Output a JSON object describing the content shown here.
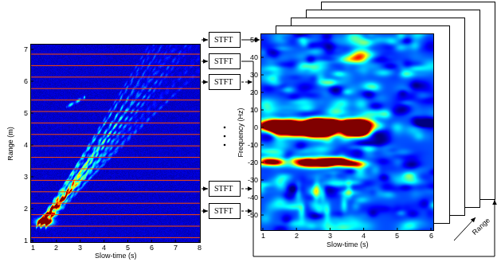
{
  "diagram": {
    "nodes": [
      {
        "text": [
          "STFT"
        ]
      },
      {
        "text": [
          "STFT"
        ]
      },
      {
        "text": [
          "STFT"
        ]
      },
      {
        "text": [
          "STFT"
        ]
      },
      {
        "text": [
          "STFT"
        ]
      }
    ],
    "labels": [
      "1",
      "2",
      "3",
      "4",
      "5",
      "6",
      "7",
      "Range (m)",
      "1",
      "2",
      "3",
      "4",
      "5",
      "6",
      "7",
      "8",
      "Slow-time (s)",
      "50",
      "40",
      "30",
      "20",
      "10",
      "0",
      "-10",
      "-20",
      "-30",
      "-40",
      "-50",
      "Frequency (Hz)",
      "1",
      "2",
      "3",
      "4",
      "5",
      "6",
      "Slow-time (s)",
      "Range"
    ]
  }
}
